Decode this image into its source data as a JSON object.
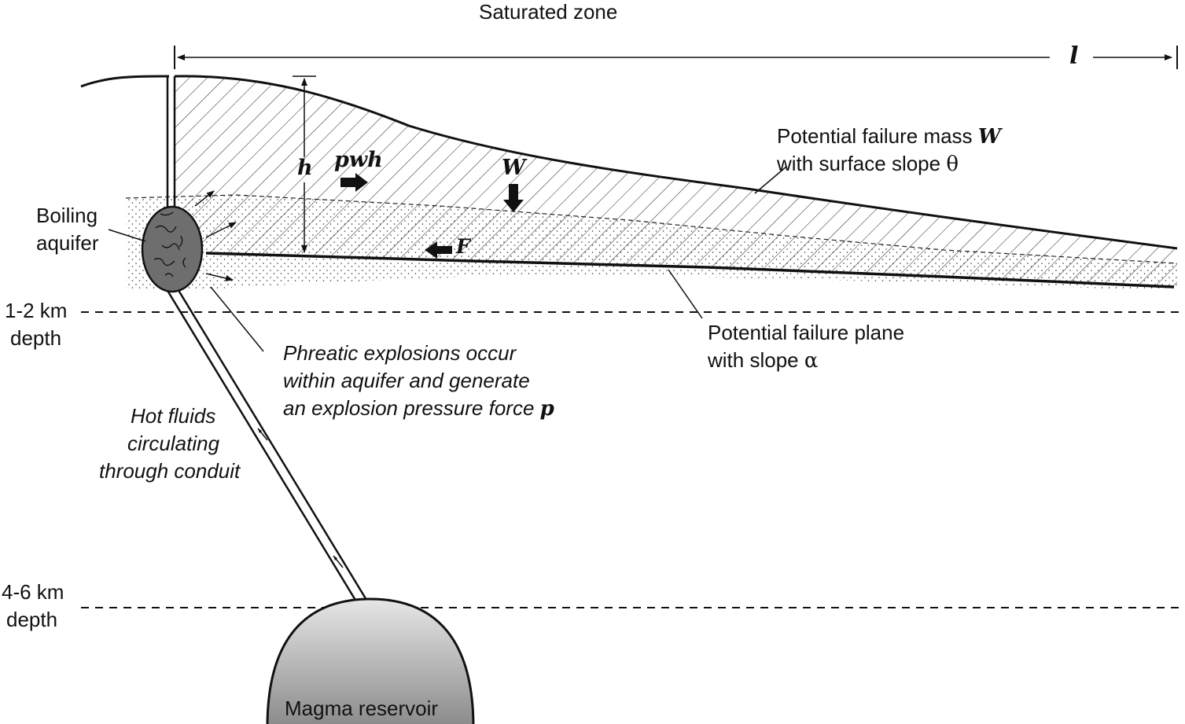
{
  "labels": {
    "saturated_zone": "Saturated zone",
    "length_symbol": "l",
    "height_symbol": "h",
    "pwh": "pwh",
    "weight_symbol": "W",
    "friction_symbol": "F",
    "failure_mass_line1": "Potential failure mass ",
    "failure_mass_symbol": "W",
    "failure_mass_line2": "with surface slope ",
    "theta": "θ",
    "boiling_line1": "Boiling",
    "boiling_line2": "aquifer",
    "depth_1_2_line1": "1-2 km",
    "depth_1_2_line2": "depth",
    "failure_plane_line1": "Potential failure plane",
    "failure_plane_line2": "with slope ",
    "alpha": "α",
    "phreatic_line1": "Phreatic explosions occur",
    "phreatic_line2": "within aquifer and generate",
    "phreatic_line3": "an explosion pressure force ",
    "phreatic_symbol": "p",
    "hot_fluids_line1": "Hot fluids",
    "hot_fluids_line2": "circulating",
    "hot_fluids_line3": "through conduit",
    "depth_4_6_line1": "4-6 km",
    "depth_4_6_line2": "depth",
    "magma": "Magma reservoir"
  },
  "colors": {
    "ink": "#111111",
    "aquifer_fill": "#6e6e6e",
    "magma_top": "#e6e6e6",
    "magma_bottom": "#8a8a8a"
  }
}
